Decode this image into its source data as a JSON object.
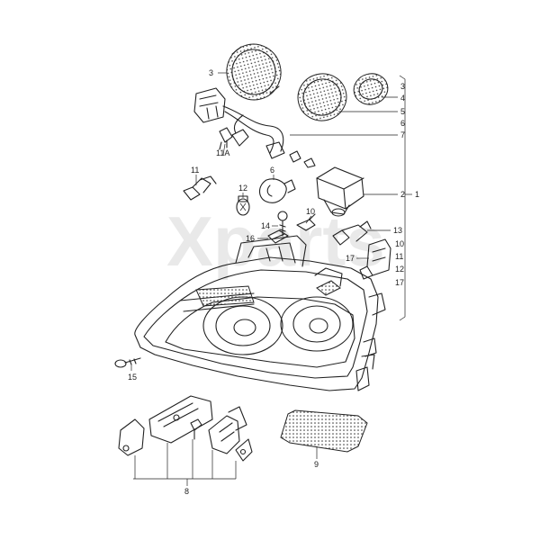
{
  "watermark": "Xparts",
  "callouts": {
    "c1": "1",
    "c2": "2",
    "c3_left": "3",
    "c3_right": "3",
    "c4": "4",
    "c5": "5",
    "c6_right": "6",
    "c6_bulb": "6",
    "c7": "7",
    "c8": "8",
    "c9": "9",
    "c10_bulb": "10",
    "c10_right": "10",
    "c11_bulb": "11",
    "c11_right": "11",
    "c11a": "11A",
    "c12_bulb": "12",
    "c12_right": "12",
    "c13": "13",
    "c14": "14",
    "c15": "15",
    "c16": "16",
    "c17_left": "17",
    "c17_right": "17"
  }
}
